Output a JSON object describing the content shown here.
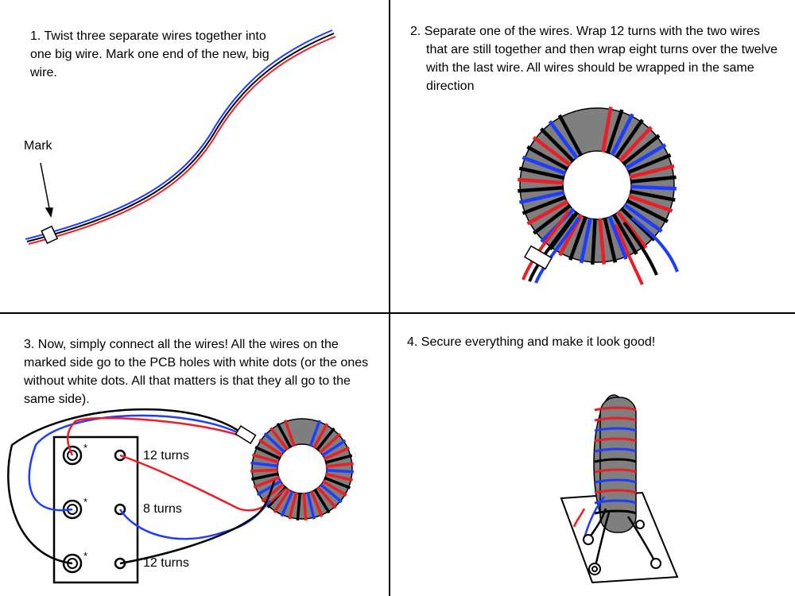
{
  "steps": [
    {
      "text": "1. Twist three separate wires together into one big wire. Mark one end of the new, big wire."
    },
    {
      "text": "2. Separate one of the wires. Wrap 12 turns with the two wires that are still together and then wrap eight turns over the twelve with the last wire. All wires should be wrapped in the same direction"
    },
    {
      "text": "3. Now, simply connect all the wires! All the wires on the marked side go to the PCB holes with white dots (or the ones without white dots. All that matters is that they all go to the same side)."
    },
    {
      "text": "4. Secure everything and make it look good!"
    }
  ],
  "labels": {
    "mark": "Mark",
    "turns": [
      "12 turns",
      "8 turns",
      "12 turns"
    ],
    "dot_marker": "*"
  },
  "colors": {
    "wire_red": "#ee1c24",
    "wire_blue": "#1c3dff",
    "wire_black": "#000000",
    "core": "#7f7f7f"
  }
}
